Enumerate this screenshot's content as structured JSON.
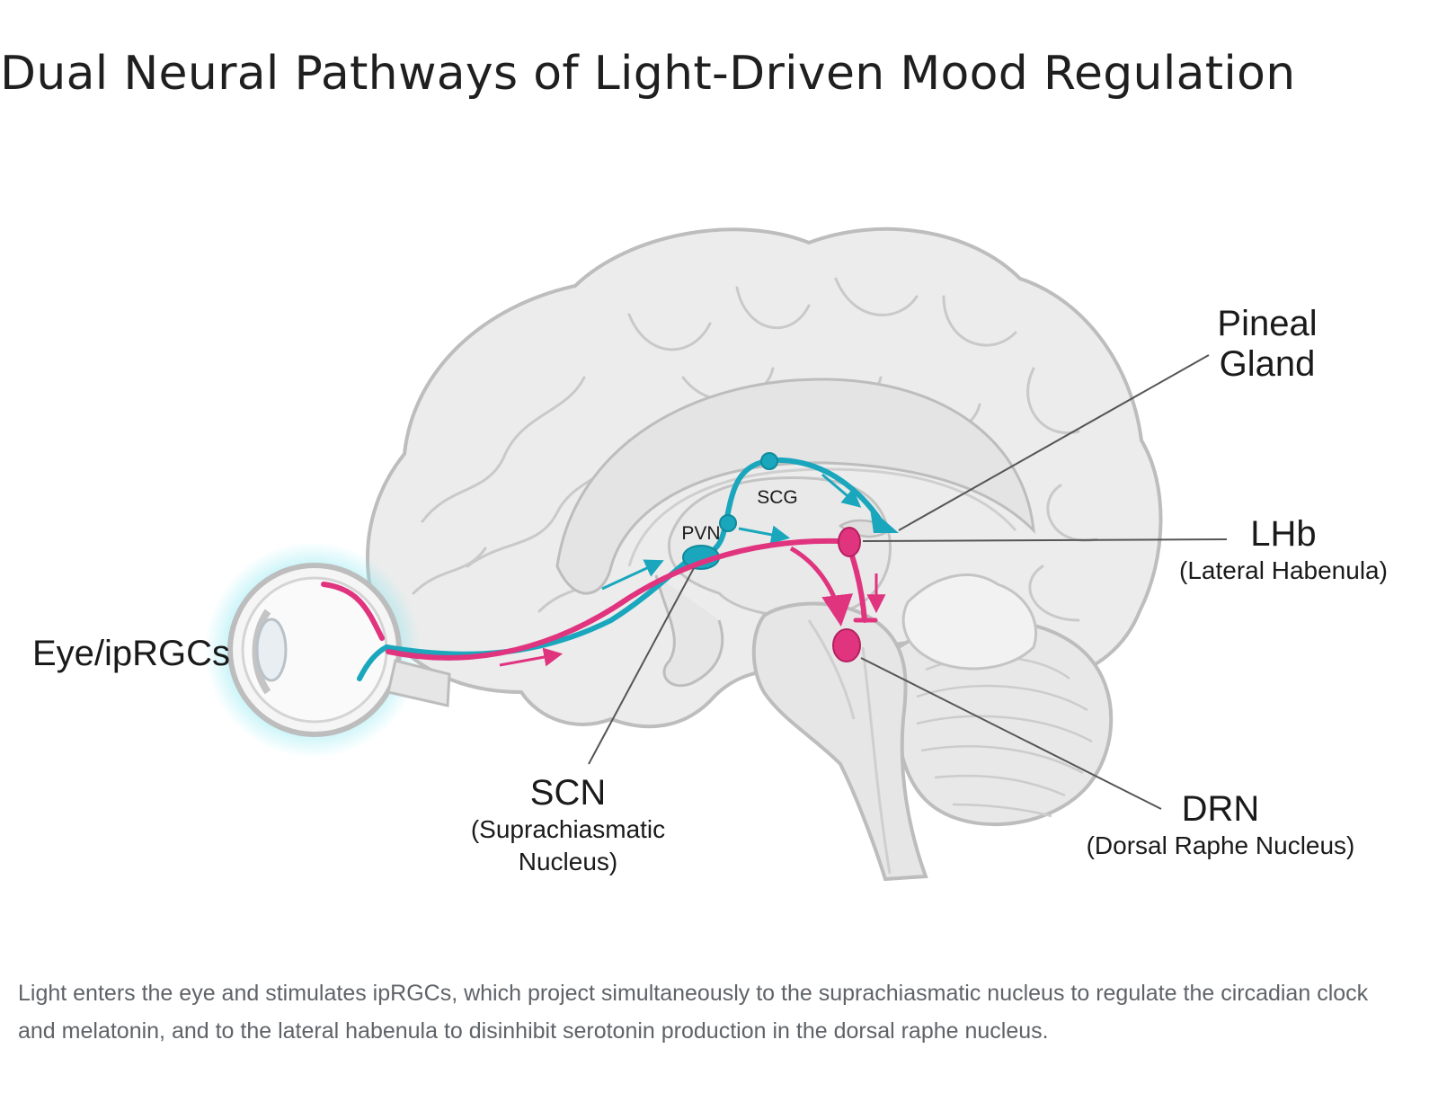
{
  "title": "Dual Neural Pathways of Light-Driven Mood Regulation",
  "labels": {
    "eye": "Eye/ipRGCs",
    "pineal_line1": "Pineal",
    "pineal_line2": "Gland",
    "lhb": "LHb",
    "lhb_full": "(Lateral Habenula)",
    "scn": "SCN",
    "scn_full_line1": "(Suprachiasmatic",
    "scn_full_line2": "Nucleus)",
    "drn": "DRN",
    "drn_full": "(Dorsal Raphe Nucleus)",
    "pvn": "PVN",
    "scg": "SCG"
  },
  "colors": {
    "circadian_pathway": "#1aa7bd",
    "mood_pathway": "#e0347f",
    "brain_fill": "#ececec",
    "brain_outline": "#bdbdbd",
    "leader_line": "#555555",
    "eye_glow": "#7fe6f0"
  },
  "caption": "Light enters the eye and stimulates ipRGCs, which project simultaneously to the suprachiasmatic nucleus to regulate the circadian clock and melatonin, and to the lateral habenula to disinhibit serotonin production in the dorsal raphe nucleus."
}
